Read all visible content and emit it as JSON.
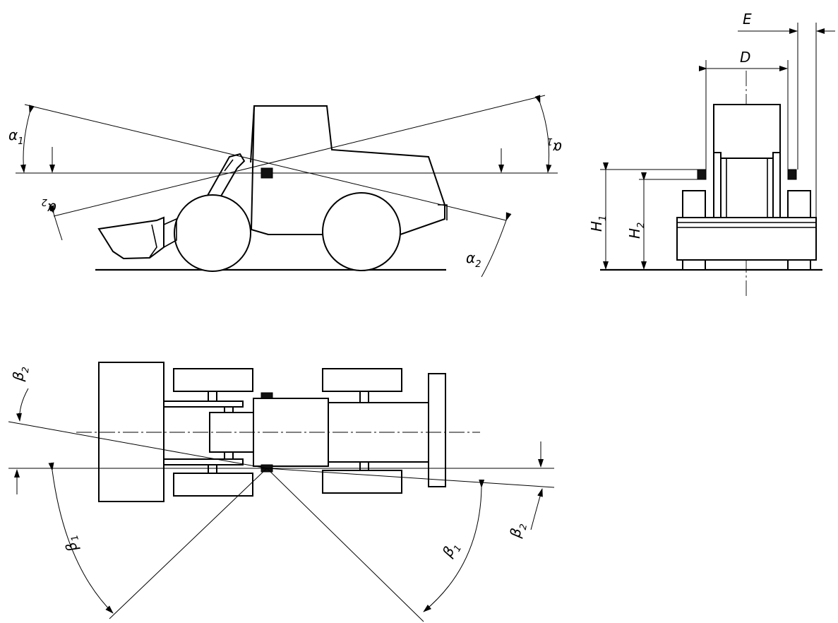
{
  "labels": {
    "alpha1": "α",
    "alpha1_sub": "1",
    "alpha2": "α",
    "alpha2_sub": "2",
    "beta1": "β",
    "beta1_sub": "1",
    "beta2": "β",
    "beta2_sub": "2",
    "H1": "H",
    "H1_sub": "1",
    "H2": "H",
    "H2_sub": "2",
    "D": "D",
    "E": "E"
  }
}
